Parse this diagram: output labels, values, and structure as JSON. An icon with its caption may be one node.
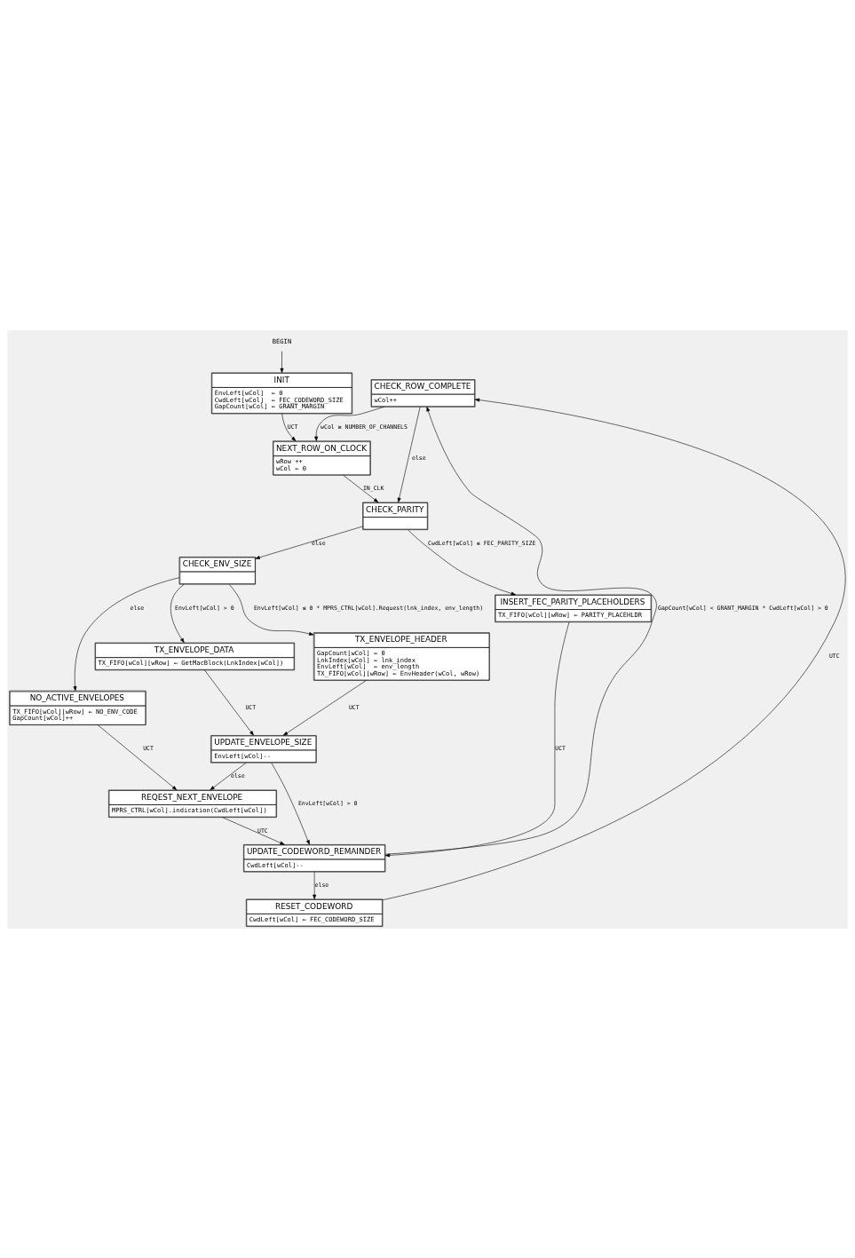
{
  "diagram": {
    "nodes": [
      {
        "text": [
          "BEGIN"
        ]
      },
      {
        "text": [
          "INIT",
          "EnvLeft[wCol]  ⇐ 0",
          "CwdLeft[wCol]  ⇐ FEC_CODEWORD_SIZE",
          "GapCount[wCol] ⇐ GRANT_MARGIN"
        ]
      },
      {
        "text": [
          "CHECK_ROW_COMPLETE",
          "wCol++"
        ]
      },
      {
        "text": [
          "NEXT_ROW_ON_CLOCK",
          "wRow ++",
          "wCol ⇐ 0"
        ]
      },
      {
        "text": [
          "CHECK_PARITY"
        ]
      },
      {
        "text": [
          "CHECK_ENV_SIZE"
        ]
      },
      {
        "text": [
          "INSERT_FEC_PARITY_PLACEHOLDERS",
          "TX_FIFO[wCol][wRow] ⇐ PARITY_PLACEHLDR"
        ]
      },
      {
        "text": [
          "NO_ACTIVE_ENVELOPES",
          "TX_FIFO[wCol][wRow] ⇐ NO_ENV_CODE",
          "GapCount[wCol]++"
        ]
      },
      {
        "text": [
          "TX_ENVELOPE_DATA",
          "TX_FIFO[wCol][wRow] ⇐ GetMacBlock(LnkIndex[wCol])"
        ]
      },
      {
        "text": [
          "TX_ENVELOPE_HEADER",
          "GapCount[wCol] ⇐ 0",
          "LnkIndex[wCol] ⇐ lnk_index",
          "EnvLeft[wCol]  ⇐ env_length",
          "TX_FIFO[wCol][wRow] ⇐ EnvHeader(wCol, wRow)"
        ]
      },
      {
        "text": [
          "UPDATE_ENVELOPE_SIZE",
          "EnvLeft[wCol]--"
        ]
      },
      {
        "text": [
          "REQEST_NEXT_ENVELOPE",
          "MPRS_CTRL[wCol].indication(CwdLeft[wCol])"
        ]
      },
      {
        "text": [
          "UPDATE_CODEWORD_REMAINDER",
          "CwdLeft[wCol]--"
        ]
      },
      {
        "text": [
          "RESET_CODEWORD",
          "CwdLeft[wCol] ⇐ FEC_CODEWORD_SIZE"
        ]
      }
    ],
    "edges": [
      {
        "from": 0,
        "to": 1,
        "arrow": "to"
      },
      {
        "from": 1,
        "to": 3,
        "arrow": "to",
        "label": "UCT"
      },
      {
        "from": 2,
        "to": 4,
        "arrow": "to",
        "label": "else"
      },
      {
        "from": 2,
        "to": 3,
        "arrow": "to",
        "label": "wCol ≥ NUMBER_OF_CHANNELS"
      },
      {
        "from": 3,
        "to": 4,
        "arrow": "to",
        "label": "IN_CLK"
      },
      {
        "from": 4,
        "to": 5,
        "arrow": "to",
        "label": "else"
      },
      {
        "from": 4,
        "to": 6,
        "arrow": "to",
        "label": "CwdLeft[wCol] ≤ FEC_PARITY_SIZE"
      },
      {
        "from": 5,
        "to": 9,
        "arrow": "to",
        "label": "EnvLeft[wCol] ≤ 0 * MPRS_CTRL[wCol].Request(lnk_index, env_length)"
      },
      {
        "from": 5,
        "to": 8,
        "arrow": "to",
        "label": "EnvLeft[wCol] > 0"
      },
      {
        "from": 5,
        "to": 7,
        "arrow": "to",
        "label": "else"
      },
      {
        "from": 6,
        "to": 12,
        "arrow": "to",
        "label": "UCT"
      },
      {
        "from": 7,
        "to": 11,
        "arrow": "to",
        "label": "UCT"
      },
      {
        "from": 8,
        "to": 10,
        "arrow": "to",
        "label": "UCT"
      },
      {
        "from": 9,
        "to": 10,
        "arrow": "to",
        "label": "UCT"
      },
      {
        "from": 10,
        "to": 12,
        "arrow": "to",
        "label": "EnvLeft[wCol] > 0"
      },
      {
        "from": 10,
        "to": 11,
        "arrow": "to",
        "label": "else"
      },
      {
        "from": 11,
        "to": 12,
        "arrow": "to",
        "label": "UTC"
      },
      {
        "from": 12,
        "to": 2,
        "arrow": "to",
        "label": "GapCount[wCol] < GRANT_MARGIN * CwdLeft[wCol] > 0"
      },
      {
        "from": 12,
        "to": 13,
        "arrow": "to",
        "label": "else"
      },
      {
        "from": 13,
        "to": 2,
        "arrow": "to",
        "label": "UTC"
      }
    ]
  }
}
